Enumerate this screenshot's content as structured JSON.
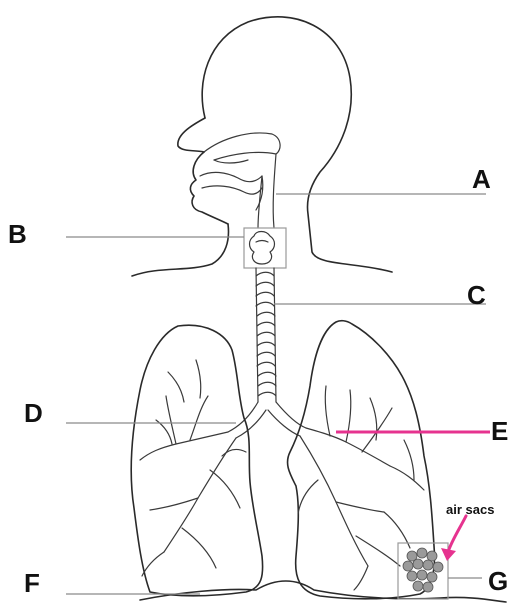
{
  "diagram": {
    "labels": {
      "a": "A",
      "b": "B",
      "c": "C",
      "d": "D",
      "e": "E",
      "f": "F",
      "g": "G"
    },
    "annotation": "air sacs",
    "colors": {
      "highlight": "#e6338f",
      "ink": "#2a2a2a",
      "leader": "#8a8a8a"
    }
  }
}
